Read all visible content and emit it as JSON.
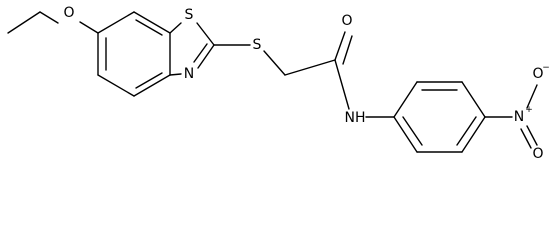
{
  "atoms": {
    "ether_oxygen": "O",
    "thiazole_sulfur": "S",
    "thioether_sulfur": "S",
    "thiazole_nitrogen": "N",
    "carbonyl_oxygen": "O",
    "amide_nitrogen_hydrogen": "NH",
    "nitro_nitrogen": "N",
    "nitro_nitrogen_charge": "+",
    "nitro_oxygen_top": "O",
    "nitro_oxygen_top_charge": "−",
    "nitro_oxygen_bottom": "O"
  }
}
